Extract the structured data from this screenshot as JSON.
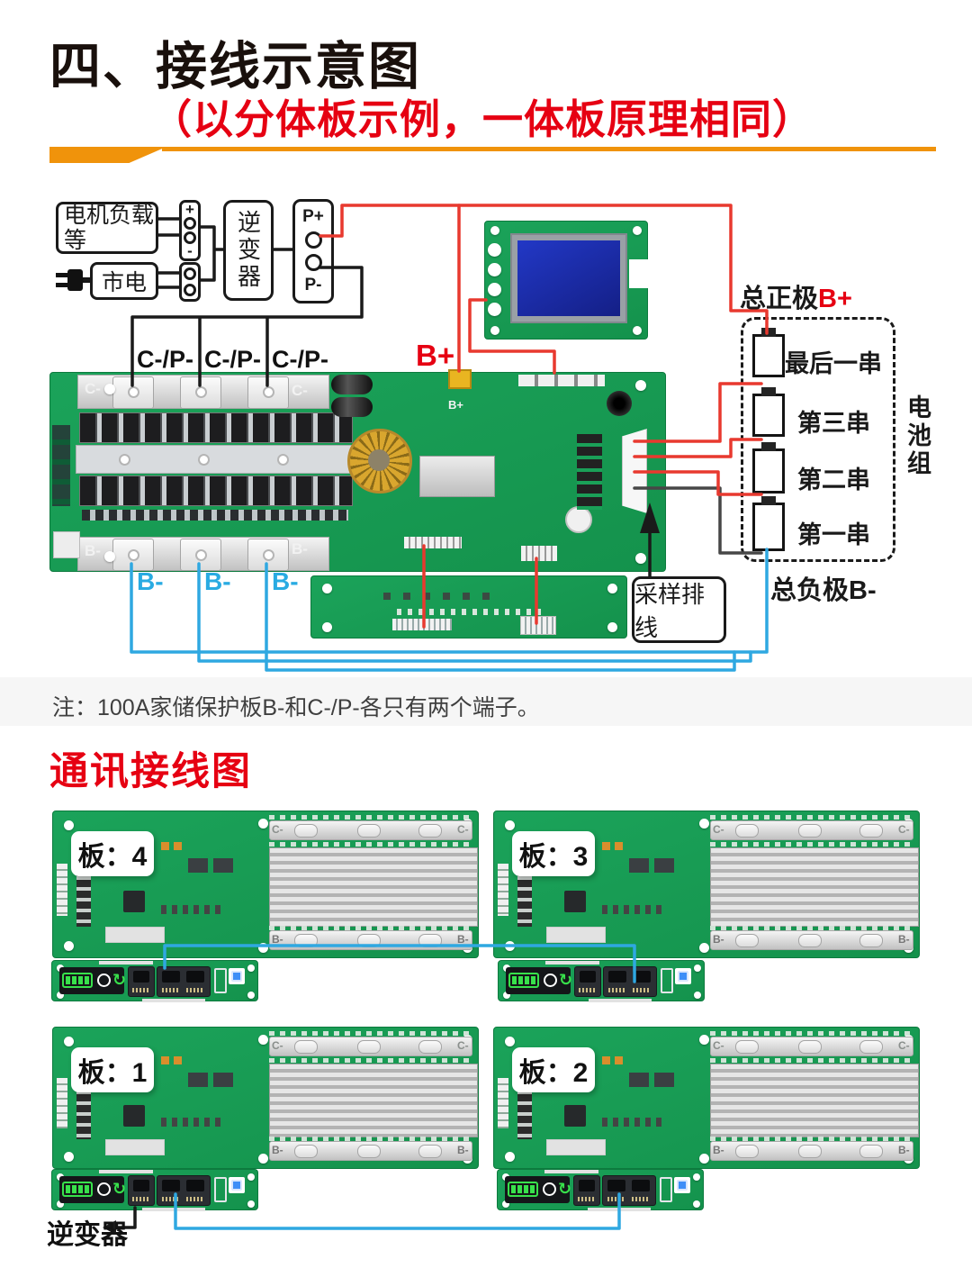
{
  "colors": {
    "accent_orange": "#F0930B",
    "title_red": "#E60012",
    "wire_red": "#E8392F",
    "wire_blue": "#2FA8E1",
    "wire_black": "#1A1A1A",
    "label_blue": "#29ABE2",
    "pcb_green": "#18A055",
    "lcd_blue": "#1B2FA6"
  },
  "header": {
    "title": "四、接线示意图",
    "subtitle": "（以分体板示例，一体板原理相同）"
  },
  "wiring": {
    "motor_load": "电机负载等",
    "mains": "市电",
    "inverter": "逆变器",
    "p_plus": "P+",
    "p_minus": "P-",
    "plus": "+",
    "minus": "-",
    "cp_labels": [
      "C-/P-",
      "C-/P-",
      "C-/P-"
    ],
    "b_plus": "B+",
    "b_minus_labels": [
      "B-",
      "B-",
      "B-"
    ],
    "silk": {
      "c_left": "C-",
      "c_right": "C-",
      "b_left": "B-",
      "b_right": "B-",
      "b_plus": "B+"
    },
    "total_positive": {
      "prefix": "总正极",
      "terminal": "B+"
    },
    "total_negative": "总负极B-",
    "battery_pack": "电池组",
    "batteries": [
      "最后一串",
      "第三串",
      "第二串",
      "第一串"
    ],
    "sampling_cable": "采样排线",
    "note": "注：100A家储保护板B-和C-/P-各只有两个端子。"
  },
  "comm": {
    "title": "通讯接线图",
    "boards": [
      {
        "label": "板：4"
      },
      {
        "label": "板：3"
      },
      {
        "label": "板：1"
      },
      {
        "label": "板：2"
      }
    ],
    "silk": {
      "c": "C-",
      "b": "B-"
    },
    "inverter": "逆变器"
  }
}
